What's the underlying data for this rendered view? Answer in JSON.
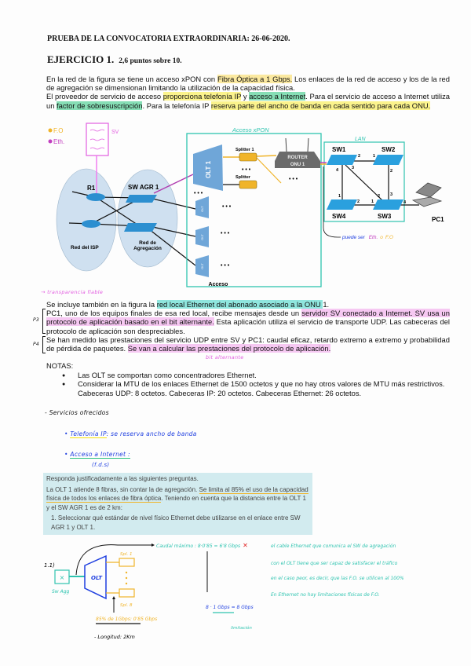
{
  "header": "PRUEBA DE LA CONVOCATORIA EXTRAORDINARIA: 26-06-2020.",
  "exercise": {
    "title": "EJERCICIO 1.",
    "points": "2,6 puntos sobre 10."
  },
  "intro": [
    "En la red de la figura se tiene un acceso xPON con ",
    "Fibra Óptica a 1 Gbps.",
    " Los enlaces de la red de acceso y los de la red de agregación se dimensionan limitando la utilización de la capacidad física.",
    "El proveedor de servicio de acceso ",
    "proporciona telefonía IP",
    " y ",
    "acceso a Internet",
    ". Para el servicio de acceso a Internet utiliza un ",
    "factor de sobresuscripción",
    ". Para la telefonía IP ",
    "reserva parte del ancho de banda en cada sentido para cada ONU."
  ],
  "figure": {
    "legend_fo": "F.O",
    "legend_eth": "Eth.",
    "sv": "SV",
    "r1": "R1",
    "sw_agr": "SW AGR 1",
    "isp": "Red del ISP",
    "agr": [
      "Red de",
      "Agregación"
    ],
    "access_note": "Acceso xPON",
    "olt1": "OLT 1",
    "olt": "OLT",
    "splitter1": "Splitter 1",
    "splitter": "Splitter",
    "router": [
      "ROUTER",
      "ONU 1"
    ],
    "dots": "• • •",
    "access": "Acceso",
    "lan": "LAN",
    "sw": [
      "SW1",
      "SW2",
      "SW3",
      "SW4"
    ],
    "ports": [
      "2",
      "1",
      "4",
      "3",
      "2",
      "1",
      "2",
      "1",
      "2",
      "3",
      "4"
    ],
    "pc": "PC1",
    "note": [
      "puede ser ",
      "Eth.",
      "o",
      "F.O"
    ]
  },
  "colors": {
    "fo": "#f0b429",
    "eth": "#c23fc0",
    "teal": "#2fc4b0",
    "blue": "#1f3fe0",
    "pink": "#e25ee0"
  },
  "annotations": {
    "transparency": "→ transparencia  fiable",
    "p3": "P3",
    "p4": "P4",
    "bit": "bit alternante"
  },
  "p2": [
    "Se incluye también en la figura la ",
    "red local Ethernet del abonado asociado a la ONU ",
    "1.",
    "PC1, uno de los equipos finales de esa red local, recibe mensajes desde un ",
    "servidor SV conectado a Internet. SV usa un protocolo de aplicación basado en el bit alternante.",
    " Esta aplicación utiliza el servicio de transporte UDP. Las cabeceras del protocolo de aplicación son despreciables.",
    "Se han medido las prestaciones del servicio UDP entre SV y PC1: caudal eficaz, retardo extremo a extremo y probabilidad de pérdida de paquetes. ",
    "Se van a calcular las prestaciones del protocolo de aplicación."
  ],
  "notes": {
    "title": "NOTAS:",
    "items": [
      "Las OLT se comportan como concentradores Ethernet.",
      "Considerar la MTU de los enlaces Ethernet de 1500 octetos y que no hay otros valores de MTU más restrictivos. Cabeceras UDP: 8 octetos. Cabeceras IP: 20 octetos. Cabeceras Ethernet: 26 octetos."
    ]
  },
  "handwritten": {
    "services": "- Servicios ofrecidos",
    "tel_label": "Telefonía IP",
    "tel_rest": ": se reserva ancho de banda",
    "inet_label": "Acceso a Internet :",
    "fds": "(f.d.s)"
  },
  "question": {
    "intro": "Responda justificadamente a las siguientes preguntas.",
    "p_a": "La  OLT 1 atiende 8 fibras, sin contar la de agregación. ",
    "p_hl": "Se limita al 85% el uso de la capacidad física de todos los enlaces de fibra óptica",
    "p_b": ". Teniendo en cuenta que la distancia entre la OLT 1 y el SW AGR 1 es de 2 km:",
    "q1": "1. Seleccionar qué estándar de nivel físico Ethernet debe utilizarse en el enlace entre SW AGR 1 y OLT 1."
  },
  "sketch": {
    "num": "1.1)",
    "sw": "Sw Agg",
    "olt": "OLT",
    "spl1": "Spl. 1",
    "spl8": "Spl. 8",
    "pct": "85% de 1Gbps: 0'85 Gbps",
    "length": "- Longitud: 2Km",
    "caudal": "Caudal máximo : 8·0'85 = 6'8 Gbps",
    "wrong": "✕",
    "calc": "8 · 1 Gbps = 8 Gbps",
    "limit": "limitación",
    "explain": [
      "el cable Ethernet que comunica el SW de agregación",
      "con el OLT tiene que ser capaz de satisfacer el tráfico",
      "en el caso peor, es decir, que las F.O. se utilicen al 100%",
      "En Ethernet no hay limitaciones físicas de F.O."
    ]
  }
}
